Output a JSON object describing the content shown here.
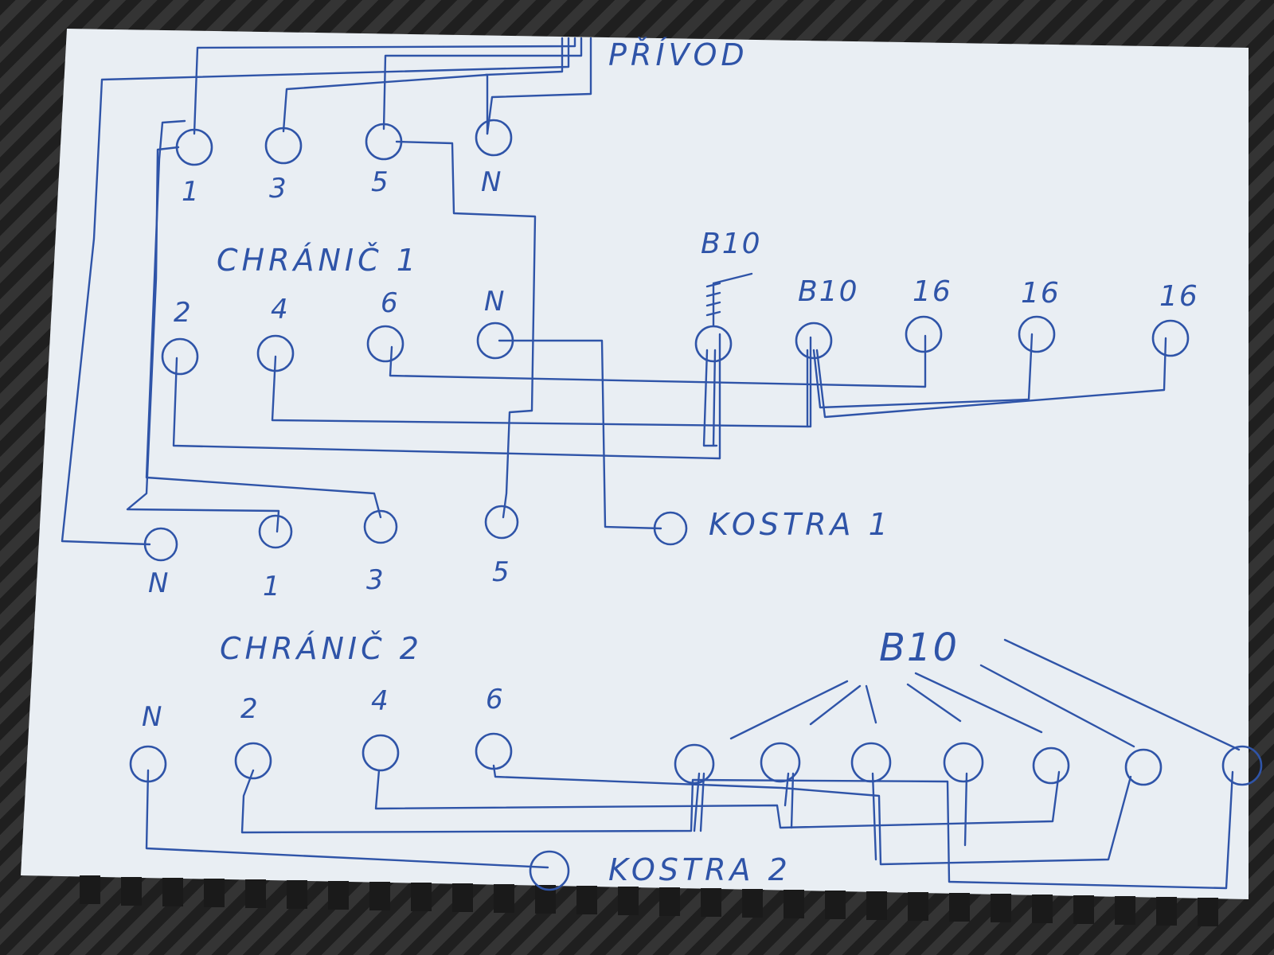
{
  "labels": {
    "supply": "PŘÍVOD",
    "breaker1": "CHRÁNIČ 1",
    "breaker2": "CHRÁNIČ 2",
    "ground1": "KOSTRA 1",
    "ground2": "KOSTRA 2"
  },
  "breaker1_top": [
    "1",
    "3",
    "5",
    "N"
  ],
  "breaker1_bottom": [
    "2",
    "4",
    "6",
    "N"
  ],
  "breaker2_top": [
    "N",
    "1",
    "3",
    "5"
  ],
  "breaker2_bottom": [
    "N",
    "2",
    "4",
    "6"
  ],
  "circuits1": [
    "B10",
    "B10",
    "16",
    "16",
    "16"
  ],
  "circuits2_group": "B10",
  "colors": {
    "ink": "#2f54a8",
    "paper": "#e9eef3",
    "background": "#2a2a2a"
  }
}
